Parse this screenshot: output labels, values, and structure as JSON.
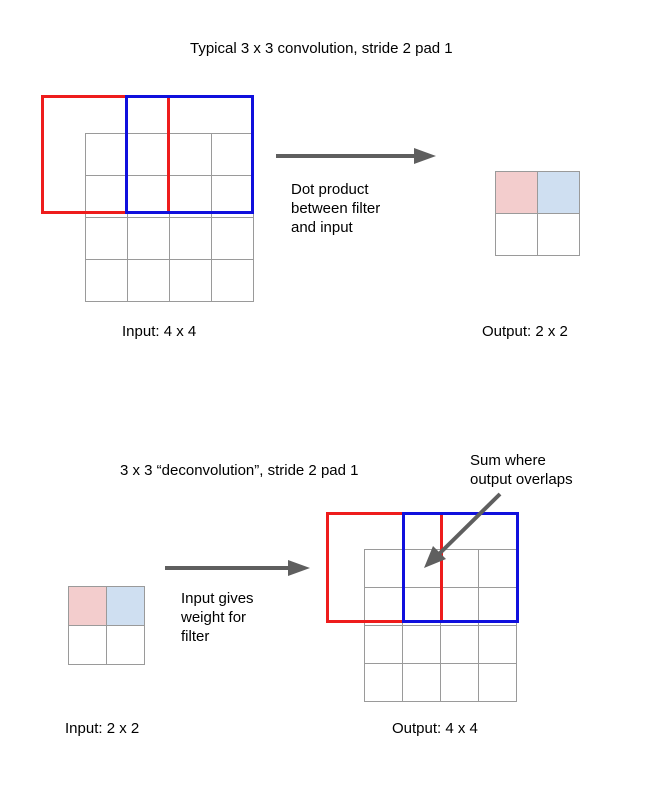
{
  "colors": {
    "red_filter": "#ee1c1c",
    "blue_filter": "#1010dd",
    "grid_line": "#9a9a9a",
    "arrow": "#5f5f5f",
    "cell_pink": "#f3cdcd",
    "cell_blue": "#cfdff1"
  },
  "convolution": {
    "title": "Typical 3 x 3 convolution, stride 2 pad 1",
    "arrow_label_line1": "Dot product",
    "arrow_label_line2": "between filter",
    "arrow_label_line3": "and input",
    "input_label": "Input: 4 x 4",
    "output_label": "Output: 2 x 2"
  },
  "deconvolution": {
    "title": "3 x 3 “deconvolution”, stride 2 pad 1",
    "overlap_note_line1": "Sum where",
    "overlap_note_line2": "output overlaps",
    "arrow_label_line1": "Input gives",
    "arrow_label_line2": "weight for",
    "arrow_label_line3": "filter",
    "input_label": "Input: 2 x 2",
    "output_label": "Output: 4 x 4"
  }
}
